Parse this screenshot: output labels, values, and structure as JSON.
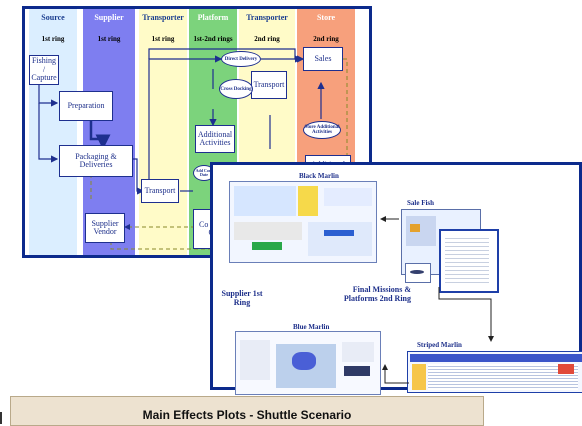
{
  "back_panel": {
    "columns": [
      {
        "title": "Source",
        "ring": "1st ring",
        "color": "#dbeeff"
      },
      {
        "title": "Supplier",
        "ring": "1st ring",
        "color": "#7e7ef0"
      },
      {
        "title": "Transporter",
        "ring": "1st ring",
        "color": "#fffbc8"
      },
      {
        "title": "Platform",
        "ring": "1st-2nd rings",
        "color": "#7cd37c"
      },
      {
        "title": "Transporter",
        "ring": "2nd ring",
        "color": "#fffbc8"
      },
      {
        "title": "Store",
        "ring": "2nd ring",
        "color": "#f7a07c"
      }
    ],
    "boxes": {
      "fishing": "Fishing / Capture",
      "preparation": "Preparation",
      "packaging": "Packaging & Deliveries",
      "supplier_vendor": "Supplier Vendor",
      "transport_1": "Transport",
      "additional_activities": "Additional Activities",
      "co_purch": "Co Purch Off",
      "transport_2": "Transport",
      "sales": "Sales",
      "additional_store": "Additional"
    },
    "ovals": {
      "direct_delivery": "Direct Delivery",
      "cross_docking": "Cross Docking",
      "store_additional": "Store Additional Activities",
      "platform_small": "Add Cont Date"
    }
  },
  "front_panel": {
    "screenshots": {
      "black_marlin": "Black Marlin",
      "sale_fish": "Sale Fish",
      "blue_marlin": "Blue Marlin",
      "striped_marlin": "Striped Marlin"
    },
    "captions": {
      "supplier": "Supplier 1st Ring",
      "final_missions": "Final Missions & Platforms 2nd Ring"
    }
  },
  "banner": {
    "title": "Main Effects Plots - Shuttle Scenario"
  }
}
